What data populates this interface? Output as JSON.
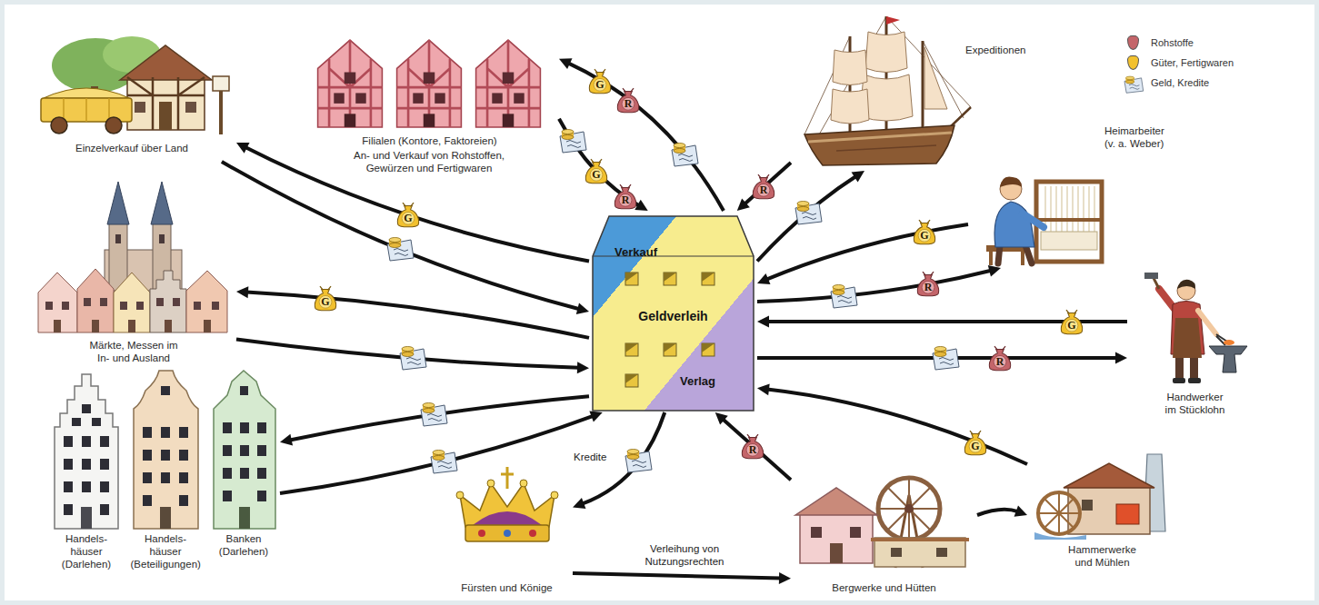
{
  "diagram": {
    "nodes": [
      {
        "text": [
          "Einzelverkauf über Land"
        ]
      },
      {
        "text": [
          "Filialen (Kontore, Faktoreien)",
          "An- und Verkauf von Rohstoffen, Gewürzen und Fertigwaren"
        ]
      },
      {
        "text": [
          "Expeditionen"
        ]
      },
      {
        "text": [
          "Heimarbeiter (v. a. Weber)"
        ]
      },
      {
        "text": [
          "Märkte, Messen im In- und Ausland"
        ]
      },
      {
        "text": [
          "Verkauf",
          "Geldverleih",
          "Verlag"
        ]
      },
      {
        "text": [
          "Handwerker im Stücklohn"
        ]
      },
      {
        "text": [
          "Handels- häuser (Darlehen)"
        ]
      },
      {
        "text": [
          "Handels- häuser (Beteiligungen)"
        ]
      },
      {
        "text": [
          "Banken (Darlehen)"
        ]
      },
      {
        "text": [
          "Fürsten und Könige"
        ]
      },
      {
        "text": [
          "Bergwerke und Hütten"
        ]
      },
      {
        "text": [
          "Hammerwerke und Mühlen"
        ]
      }
    ],
    "edges": [
      {
        "from": 5,
        "to": 0,
        "arrow": "to"
      },
      {
        "from": 0,
        "to": 5,
        "arrow": "to"
      },
      {
        "from": 5,
        "to": 1,
        "arrow": "to"
      },
      {
        "from": 1,
        "to": 5,
        "arrow": "to"
      },
      {
        "from": 2,
        "to": 5,
        "arrow": "to"
      },
      {
        "from": 5,
        "to": 2,
        "arrow": "to"
      },
      {
        "from": 3,
        "to": 5,
        "arrow": "to"
      },
      {
        "from": 5,
        "to": 3,
        "arrow": "to"
      },
      {
        "from": 6,
        "to": 5,
        "arrow": "to"
      },
      {
        "from": 5,
        "to": 6,
        "arrow": "to"
      },
      {
        "from": 12,
        "to": 5,
        "arrow": "to"
      },
      {
        "from": 11,
        "to": 5,
        "arrow": "to"
      },
      {
        "from": 5,
        "to": 4,
        "arrow": "to"
      },
      {
        "from": 4,
        "to": 5,
        "arrow": "to"
      },
      {
        "from": 5,
        "to": 9,
        "arrow": "to"
      },
      {
        "from": 9,
        "to": 5,
        "arrow": "to"
      },
      {
        "from": 5,
        "to": 10,
        "label": "Kredite",
        "arrow": "to"
      },
      {
        "from": 10,
        "to": 11,
        "label": "Verleihung von Nutzungsrechten",
        "arrow": "to"
      },
      {
        "from": 11,
        "to": 12,
        "arrow": "to"
      }
    ],
    "labels": [
      "G",
      "R",
      "G",
      "R",
      "R",
      "G",
      "G",
      "R",
      "G",
      "G",
      "R",
      "G",
      "R"
    ],
    "legend": [
      {
        "text": "Rohstoffe",
        "color": "#c4656a"
      },
      {
        "text": "Güter, Fertigwaren",
        "color": "#f2c12e"
      },
      {
        "text": "Geld, Kredite"
      }
    ]
  }
}
